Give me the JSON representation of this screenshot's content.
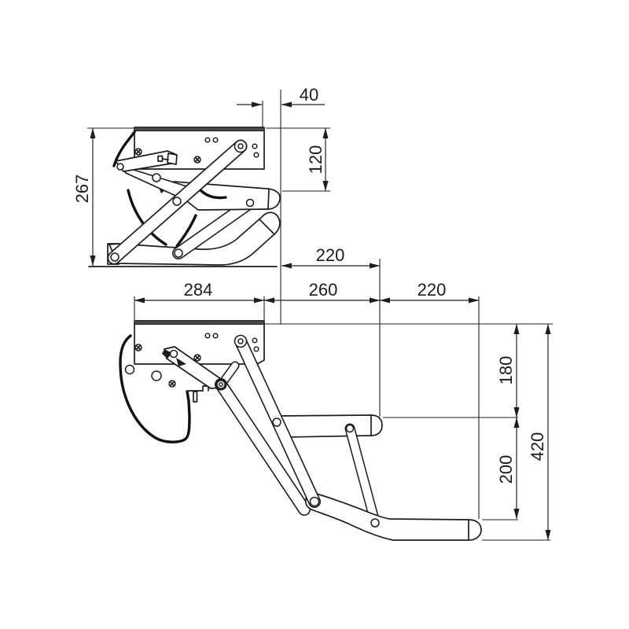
{
  "drawing": {
    "background_color": "#ffffff",
    "line_color": "#1d1d1d",
    "plate_stripe_color": "#4c4c4c",
    "views": {
      "folded": {
        "dims": {
          "front_offset": "40",
          "top_to_first_step": "120",
          "overall_height": "267",
          "step_reach": "220"
        }
      },
      "extended": {
        "dims": {
          "mount_width": "284",
          "step1_reach": "260",
          "step2_reach": "220",
          "drop_to_step1": "180",
          "step1_to_step2": "200",
          "overall_drop": "420"
        }
      }
    }
  }
}
